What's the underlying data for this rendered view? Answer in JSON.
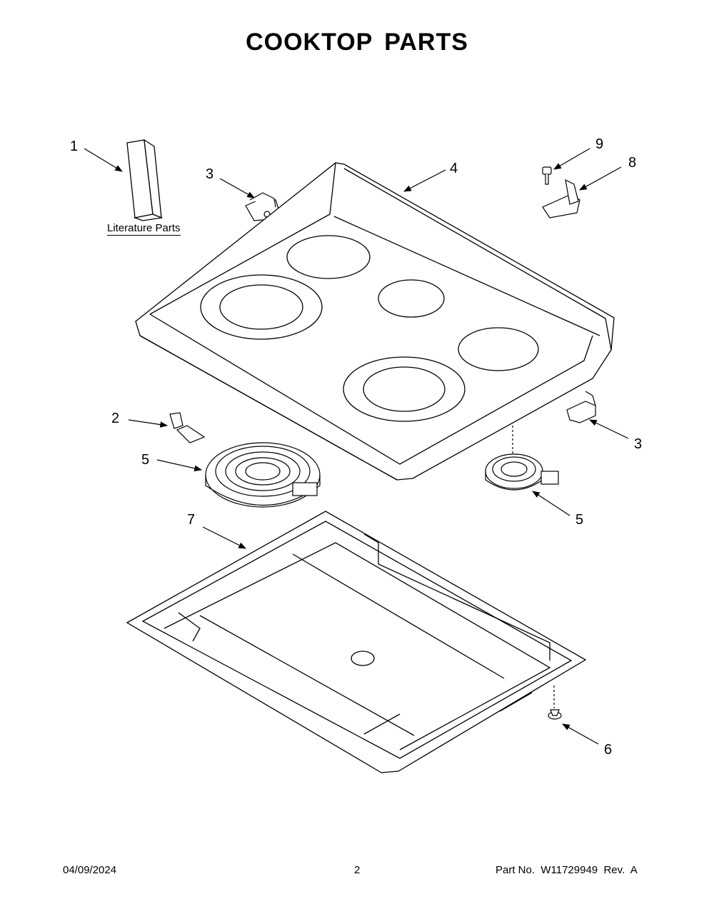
{
  "page": {
    "title": "COOKTOP PARTS"
  },
  "literature": {
    "label": "Literature Parts"
  },
  "callouts": [
    {
      "id": "c1",
      "label": "1"
    },
    {
      "id": "c3a",
      "label": "3"
    },
    {
      "id": "c4",
      "label": "4"
    },
    {
      "id": "c9",
      "label": "9"
    },
    {
      "id": "c8",
      "label": "8"
    },
    {
      "id": "c2",
      "label": "2"
    },
    {
      "id": "c5a",
      "label": "5"
    },
    {
      "id": "c3b",
      "label": "3"
    },
    {
      "id": "c5b",
      "label": "5"
    },
    {
      "id": "c7",
      "label": "7"
    },
    {
      "id": "c6",
      "label": "6"
    }
  ],
  "footer": {
    "date": "04/09/2024",
    "page_number": "2",
    "part_info": "Part No.  W11729949  Rev.  A"
  }
}
